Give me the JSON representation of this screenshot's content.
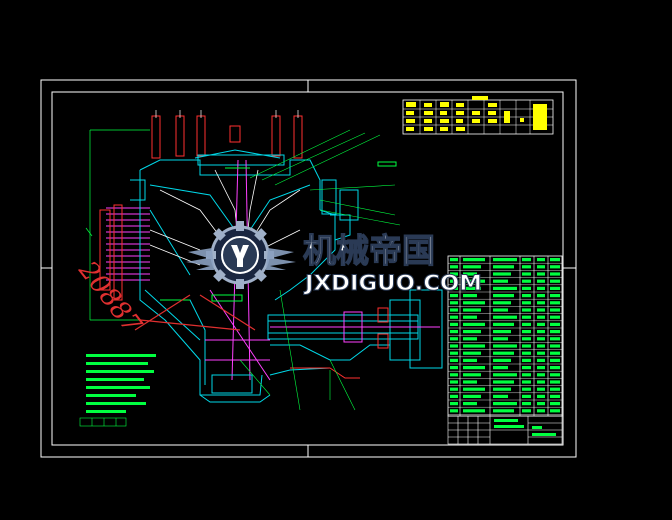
{
  "watermark": {
    "cn_text": "机械帝国",
    "en_text": "JXDIGUO.COM",
    "color": "#ffffff",
    "outline": "#2a3a55"
  },
  "annotation": {
    "handwritten_number": "20887",
    "color": "#e03030"
  },
  "colors": {
    "background": "#000000",
    "frame": "#ffffff",
    "cyan": "#00d8e8",
    "magenta": "#ff40ff",
    "green": "#00ff40",
    "yellow": "#ffff00",
    "red": "#ff3030",
    "blue": "#4060ff"
  }
}
